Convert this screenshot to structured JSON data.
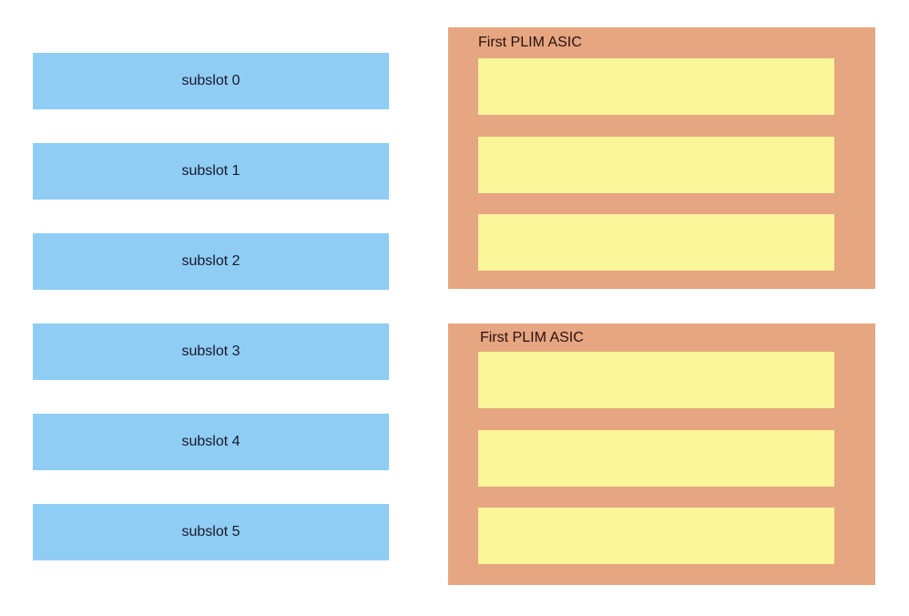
{
  "colors": {
    "subslot_fill": "#8fcdf4",
    "asic_fill": "#e5a681",
    "lane_fill": "#fbf699"
  },
  "subslots": [
    {
      "label": "subslot 0"
    },
    {
      "label": "subslot 1"
    },
    {
      "label": "subslot 2"
    },
    {
      "label": "subslot 3"
    },
    {
      "label": "subslot 4"
    },
    {
      "label": "subslot 5"
    }
  ],
  "asics": [
    {
      "label": "First PLIM ASIC",
      "lanes": 3
    },
    {
      "label": "First PLIM ASIC",
      "lanes": 3
    }
  ]
}
